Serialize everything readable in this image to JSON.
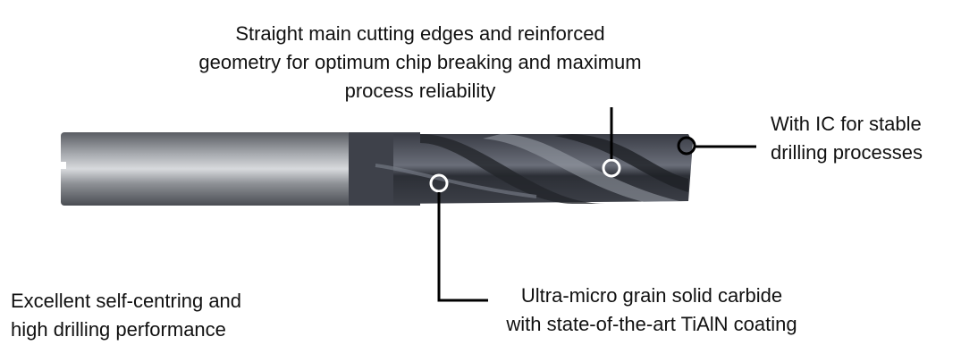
{
  "callouts": {
    "top": [
      "Straight main cutting edges and reinforced",
      "geometry for optimum chip breaking and maximum",
      "process reliability"
    ],
    "right": [
      "With IC for stable",
      "drilling processes"
    ],
    "bottom_left": [
      "Excellent self-centring and",
      "high drilling performance"
    ],
    "bottom_right": [
      "Ultra-micro grain solid carbide",
      "with state-of-the-art TiAlN coating"
    ]
  }
}
